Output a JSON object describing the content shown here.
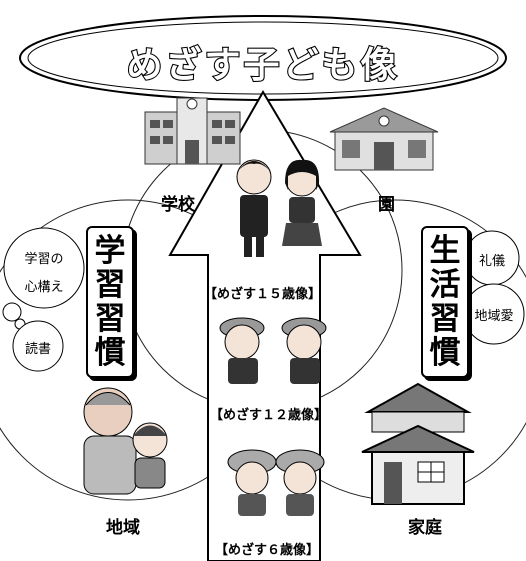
{
  "title": "めざす子ども像",
  "places": {
    "school": "学校",
    "nursery": "園",
    "community": "地域",
    "home": "家庭"
  },
  "left_panel": {
    "heading": [
      "学",
      "習",
      "習",
      "慣"
    ],
    "bubbles": [
      "学習の",
      "心構え",
      "読書"
    ]
  },
  "right_panel": {
    "heading": [
      "生",
      "活",
      "習",
      "慣"
    ],
    "bubbles": [
      "礼儀",
      "地域愛"
    ]
  },
  "stages": [
    "【めざす１５歳像】",
    "【めざす１２歳像】",
    "【めざす６歳像】"
  ]
}
